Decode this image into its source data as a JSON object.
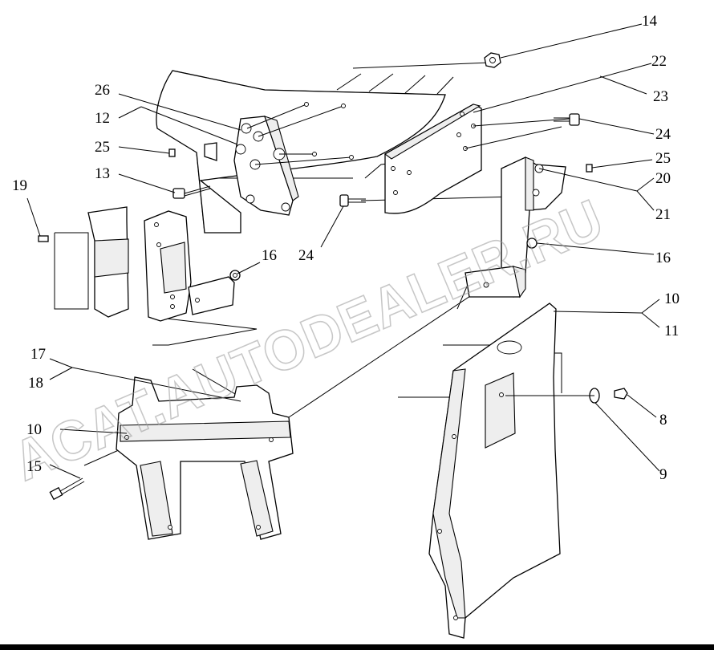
{
  "callouts": [
    {
      "id": "c14a",
      "text": "14"
    },
    {
      "id": "c22",
      "text": "22"
    },
    {
      "id": "c23",
      "text": "23"
    },
    {
      "id": "c26",
      "text": "26"
    },
    {
      "id": "c12",
      "text": "12"
    },
    {
      "id": "c24a",
      "text": "24"
    },
    {
      "id": "c25a",
      "text": "25"
    },
    {
      "id": "c25b",
      "text": "25"
    },
    {
      "id": "c20",
      "text": "20"
    },
    {
      "id": "c21",
      "text": "21"
    },
    {
      "id": "c13",
      "text": "13"
    },
    {
      "id": "c19",
      "text": "19"
    },
    {
      "id": "c24b",
      "text": "24"
    },
    {
      "id": "c16a",
      "text": "16"
    },
    {
      "id": "c16b",
      "text": "16"
    },
    {
      "id": "c10a",
      "text": "10"
    },
    {
      "id": "c11",
      "text": "11"
    },
    {
      "id": "c17",
      "text": "17"
    },
    {
      "id": "c18",
      "text": "18"
    },
    {
      "id": "c8",
      "text": "8"
    },
    {
      "id": "c10b",
      "text": "10"
    },
    {
      "id": "c15",
      "text": "15"
    },
    {
      "id": "c9",
      "text": "9"
    }
  ],
  "watermark": {
    "text": "ACAT.AUTODEALER.RU"
  }
}
